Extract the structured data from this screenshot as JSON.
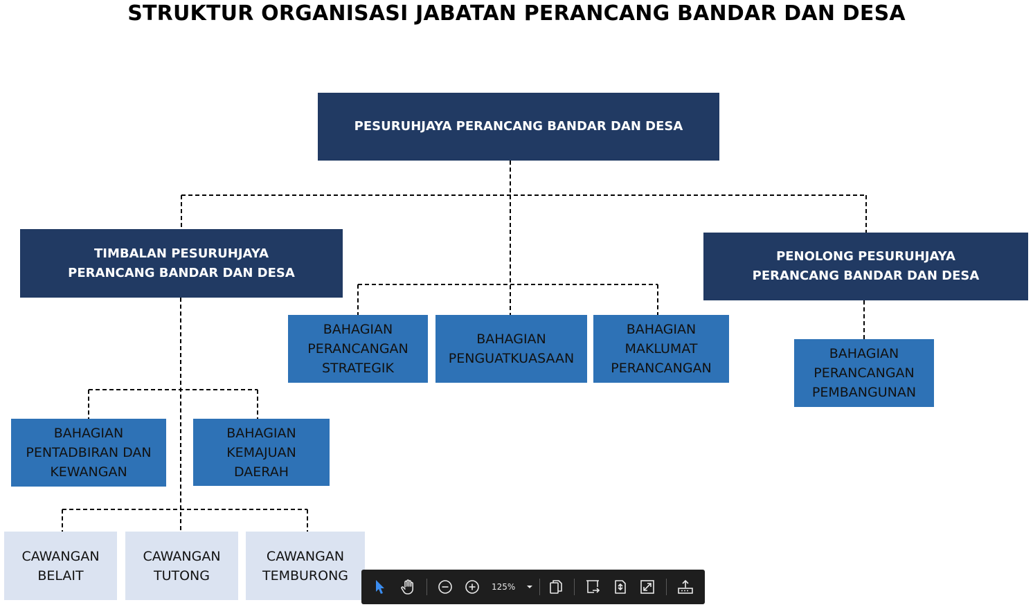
{
  "title": "STRUKTUR ORGANISASI JABATAN PERANCANG BANDAR DAN DESA",
  "nodes": {
    "pesuruhjaya": "PESURUHJAYA PERANCANG BANDAR DAN DESA",
    "timbalan": "TIMBALAN PESURUHJAYA\nPERANCANG BANDAR DAN DESA",
    "penolong": "PENOLONG PESURUHJAYA\nPERANCANG BANDAR DAN DESA",
    "perancangan_strategik": "BAHAGIAN\nPERANCANGAN\nSTRATEGIK",
    "penguatkuasaan": "BAHAGIAN\nPENGUATKUASAAN",
    "maklumat_perancangan": "BAHAGIAN\nMAKLUMAT\nPERANCANGAN",
    "perancangan_pembangunan": "BAHAGIAN\nPERANCANGAN\nPEMBANGUNAN",
    "pentadbiran_kewangan": "BAHAGIAN\nPENTADBIRAN DAN\nKEWANGAN",
    "kemajuan_daerah": "BAHAGIAN\nKEMAJUAN\nDAERAH",
    "cawangan_belait": "CAWANGAN\nBELAIT",
    "cawangan_tutong": "CAWANGAN\nTUTONG",
    "cawangan_temburong": "CAWANGAN\nTEMBURONG"
  },
  "colors": {
    "level1": "#213a63",
    "level2": "#2e72b6",
    "level3": "#dbe3f1",
    "toolbar": "#1e1e1e",
    "pointer_active": "#3b8df0"
  },
  "toolbar": {
    "icons": [
      "select-pointer-icon",
      "hand-pan-icon",
      "zoom-out-icon",
      "zoom-in-icon",
      "zoom-dropdown-icon",
      "page-view-icon",
      "fit-width-icon",
      "fit-page-icon",
      "fullscreen-icon",
      "share-upload-icon"
    ],
    "zoom": "125%"
  }
}
